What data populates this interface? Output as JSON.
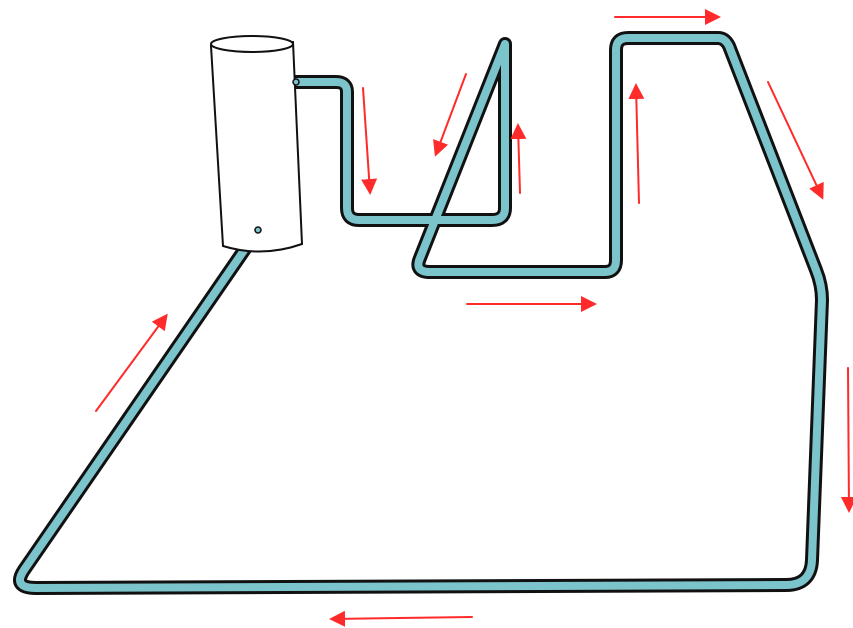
{
  "diagram": {
    "kind": "pipe-flow-loop",
    "colors": {
      "pipe_fill": "#7cc4cc",
      "pipe_outline": "#111111",
      "arrow": "#ff2a2a",
      "tank_fill": "#ffffff",
      "tank_outline": "#111111",
      "background": "#ffffff"
    },
    "components": {
      "tank": {
        "name": "water-tank"
      },
      "pipe": {
        "name": "siphon-pipe-loop"
      }
    },
    "flow_arrows": [
      {
        "name": "arrow-down-tank-outlet",
        "direction": "down"
      },
      {
        "name": "arrow-down-siphon-left",
        "direction": "down-left"
      },
      {
        "name": "arrow-up-siphon-right",
        "direction": "up"
      },
      {
        "name": "arrow-right-bottom-segment",
        "direction": "right"
      },
      {
        "name": "arrow-up-riser",
        "direction": "up"
      },
      {
        "name": "arrow-right-top-segment",
        "direction": "right"
      },
      {
        "name": "arrow-down-right-slope",
        "direction": "down-right"
      },
      {
        "name": "arrow-down-right-vertical",
        "direction": "down"
      },
      {
        "name": "arrow-left-bottom-return",
        "direction": "left"
      },
      {
        "name": "arrow-up-left-return",
        "direction": "up-right"
      }
    ]
  }
}
